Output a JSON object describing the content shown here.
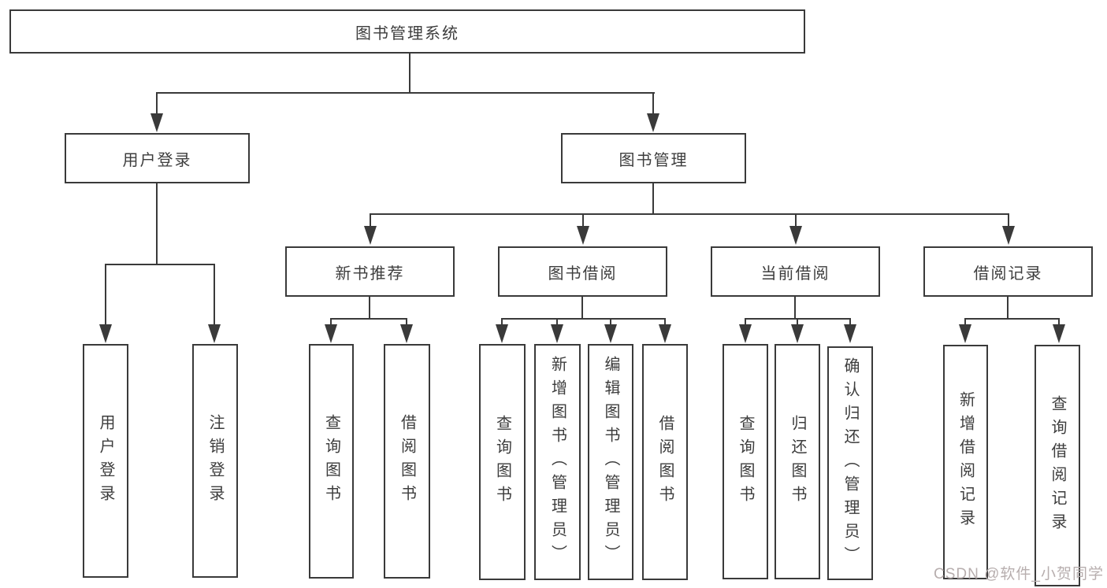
{
  "tree": {
    "root": {
      "label": "图书管理系统"
    },
    "branches": [
      {
        "label": "用户登录",
        "children": [
          {
            "label": "用户登录"
          },
          {
            "label": "注销登录"
          }
        ]
      },
      {
        "label": "图书管理",
        "sections": [
          {
            "label": "新书推荐",
            "children": [
              {
                "label": "查询图书"
              },
              {
                "label": "借阅图书"
              }
            ]
          },
          {
            "label": "图书借阅",
            "children": [
              {
                "label": "查询图书"
              },
              {
                "label": "新增图书（管理员）"
              },
              {
                "label": "编辑图书（管理员）"
              },
              {
                "label": "借阅图书"
              }
            ]
          },
          {
            "label": "当前借阅",
            "children": [
              {
                "label": "查询图书"
              },
              {
                "label": "归还图书"
              },
              {
                "label": "确认归还（管理员）"
              }
            ]
          },
          {
            "label": "借阅记录",
            "children": [
              {
                "label": "新增借阅记录"
              },
              {
                "label": "查询借阅记录"
              }
            ]
          }
        ]
      }
    ]
  },
  "watermark": {
    "text": "CSDN @软件_小贺同学"
  },
  "colors": {
    "line": "#3a3a3a",
    "text": "#3d3d3d",
    "background": "#ffffff",
    "watermark": "#b7aeae"
  }
}
